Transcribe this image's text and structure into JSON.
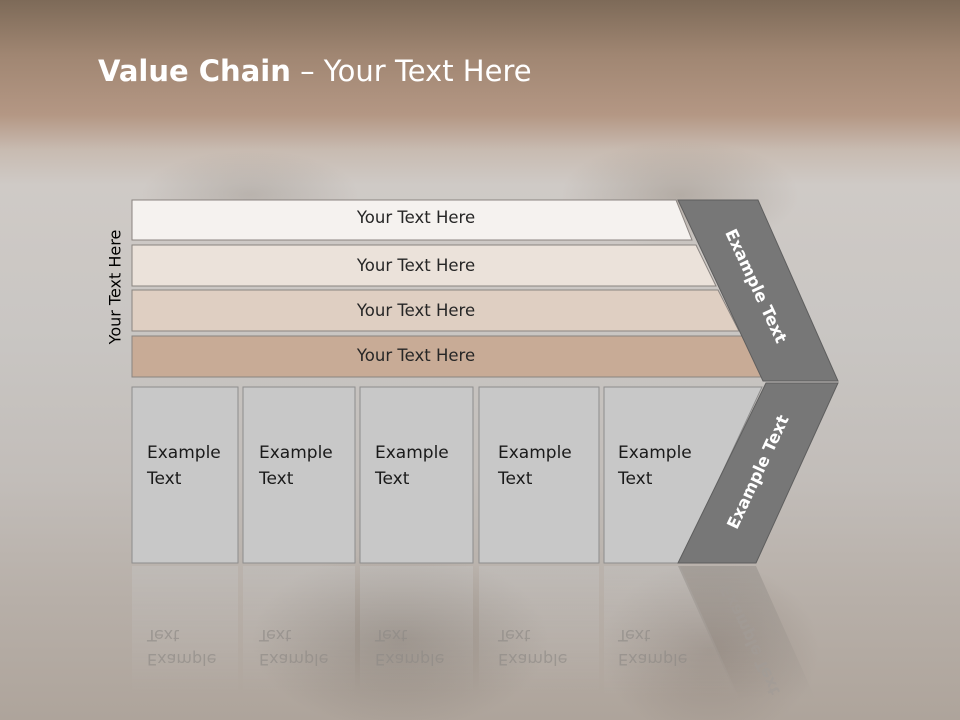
{
  "title": {
    "bold": "Value Chain",
    "rest": " – Your Text Here"
  },
  "side_label": "Your Text Here",
  "rows": [
    "Your Text Here",
    "Your Text Here",
    "Your Text Here",
    "Your Text Here"
  ],
  "boxes": [
    [
      "Example",
      "Text"
    ],
    [
      "Example",
      "Text"
    ],
    [
      "Example",
      "Text"
    ],
    [
      "Example",
      "Text"
    ],
    [
      "Example",
      "Text"
    ]
  ],
  "chevron": {
    "top_label": "Example Text",
    "bottom_label": "Example Text"
  },
  "colors": {
    "row_fills": [
      "#f5f2ef",
      "#ebe2da",
      "#dfcfc2",
      "#c8ab96"
    ],
    "box_fill": "#c8c8c8",
    "chevron_fill": "#777777"
  }
}
